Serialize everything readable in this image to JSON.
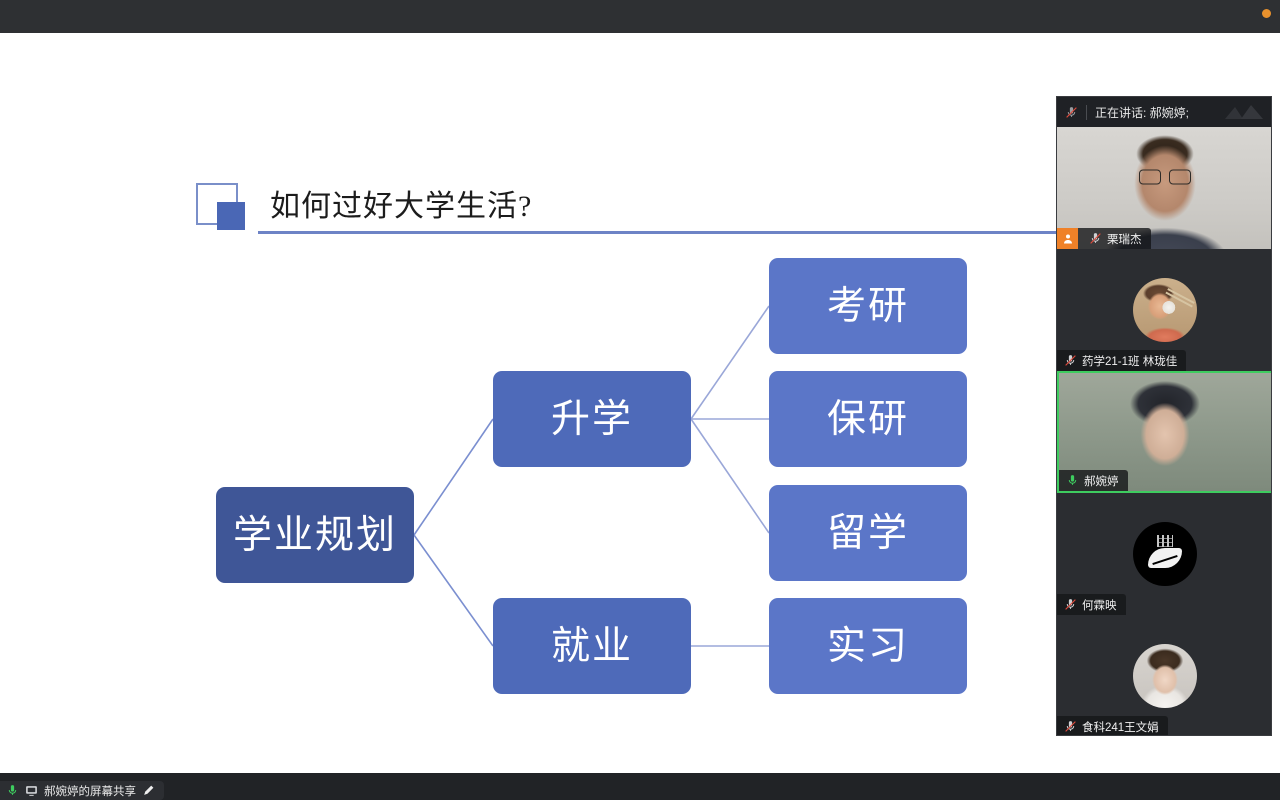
{
  "window": {
    "top_bar_accent_color": "#e8912d"
  },
  "slide": {
    "title": "如何过好大学生活?",
    "accent_color": "#4a67b5",
    "rule_color": "#6d83c6",
    "decor": {
      "outline_square_icon": "outline-square-icon",
      "solid_square_icon": "solid-square-icon"
    },
    "mindmap": {
      "root": {
        "label": "学业规划",
        "color": "#3f5697"
      },
      "branches": [
        {
          "label": "升学",
          "color": "#4e6ab9",
          "children": [
            {
              "label": "考研",
              "color": "#5b76c8"
            },
            {
              "label": "保研",
              "color": "#5b76c8"
            },
            {
              "label": "留学",
              "color": "#5b76c8"
            }
          ]
        },
        {
          "label": "就业",
          "color": "#4e6ab9",
          "children": [
            {
              "label": "实习",
              "color": "#5b76c8"
            }
          ]
        }
      ]
    }
  },
  "participants_panel": {
    "header": {
      "mic_muted_icon": "mic-muted-icon",
      "speaking_label": "正在讲话: 郝婉婷;",
      "logo_icon": "app-logo-icon"
    },
    "speaking_highlight_color": "#3ecc5f",
    "host_badge_color": "#ef8128",
    "tiles": [
      {
        "name": "栗瑞杰",
        "is_host": true,
        "host_icon": "host-person-icon",
        "mic_icon": "mic-muted-icon",
        "mic_state": "muted",
        "video_on": true,
        "speaking": false
      },
      {
        "name": "药学21-1班 林珑佳",
        "is_host": false,
        "mic_icon": "mic-muted-icon",
        "mic_state": "muted",
        "video_on": false,
        "avatar_icon": "avatar-food-illustration",
        "speaking": false
      },
      {
        "name": "郝婉婷",
        "is_host": false,
        "mic_icon": "mic-on-icon",
        "mic_state": "unmuted",
        "video_on": true,
        "speaking": true
      },
      {
        "name": "何霖映",
        "is_host": false,
        "mic_icon": "mic-muted-icon",
        "mic_state": "muted",
        "video_on": false,
        "avatar_icon": "avatar-leaf-logo",
        "speaking": false
      },
      {
        "name": "食科241王文娟",
        "is_host": false,
        "mic_icon": "mic-muted-icon",
        "mic_state": "muted",
        "video_on": false,
        "avatar_icon": "avatar-person-photo",
        "speaking": false
      }
    ]
  },
  "status_bar": {
    "mic_icon": "mic-on-icon",
    "screen_icon": "screen-share-icon",
    "share_label": "郝婉婷的屏幕共享",
    "annotate_icon": "pencil-annotate-icon"
  }
}
